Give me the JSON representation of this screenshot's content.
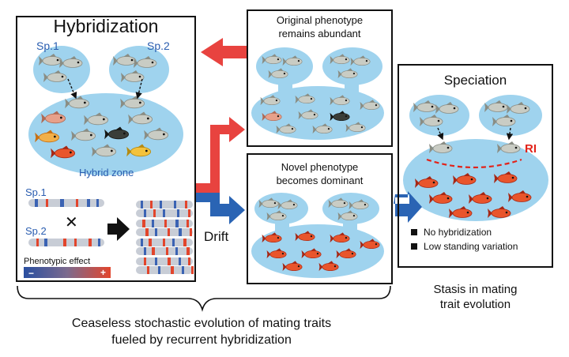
{
  "colors": {
    "blob": "#9fd3ee",
    "arrow_red": "#e8433f",
    "arrow_blue": "#2a64b4",
    "label_blue": "#2a5db0",
    "ri_red": "#e2231a"
  },
  "hybridization": {
    "title": "Hybridization",
    "sp1": "Sp.1",
    "sp2": "Sp.2",
    "zone_label": "Hybrid zone",
    "chrom_sp1": "Sp.1",
    "chrom_sp2": "Sp.2",
    "cross_symbol": "✕",
    "effect_label": "Phenotypic effect",
    "effect_minus": "−",
    "effect_plus": "+"
  },
  "original_panel": {
    "line1": "Original phenotype",
    "line2": "remains abundant"
  },
  "novel_panel": {
    "line1": "Novel phenotype",
    "line2": "becomes dominant"
  },
  "drift_label": "Drift",
  "speciation": {
    "title": "Speciation",
    "ri_label": "RI",
    "bullet1": "No hybridization",
    "bullet2": "Low standing variation"
  },
  "stasis": {
    "line1": "Stasis in mating",
    "line2": "trait evolution"
  },
  "bottom_caption": {
    "line1": "Ceaseless stochastic evolution of mating traits",
    "line2": "fueled by recurrent hybridization"
  }
}
